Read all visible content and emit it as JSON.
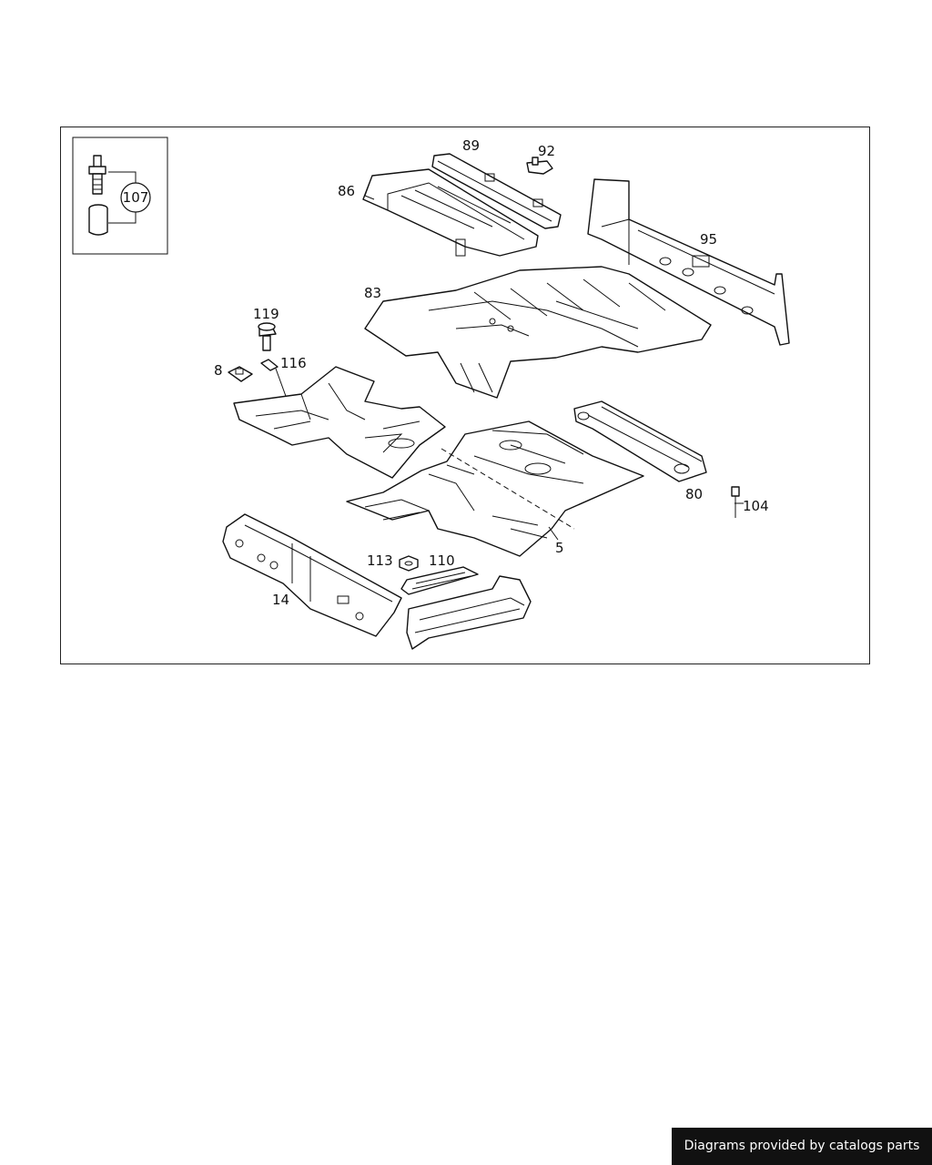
{
  "diagram": {
    "inset_callout": "107",
    "callouts": {
      "c5": "5",
      "c8": "8",
      "c14": "14",
      "c80": "80",
      "c83": "83",
      "c86": "86",
      "c89": "89",
      "c92": "92",
      "c95": "95",
      "c104": "104",
      "c110": "110",
      "c113": "113",
      "c116": "116",
      "c119": "119"
    }
  },
  "footer": {
    "credit": "Diagrams provided by catalogs parts"
  }
}
